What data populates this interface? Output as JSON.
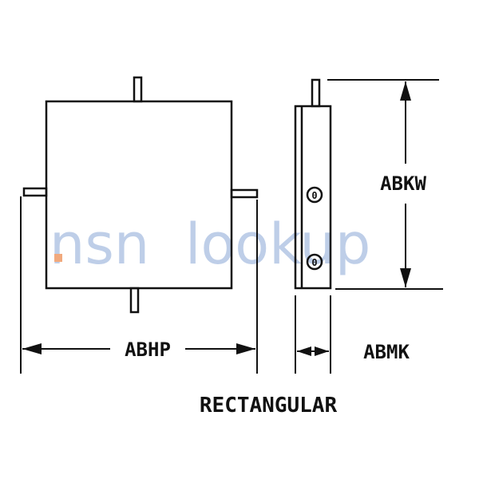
{
  "diagram": {
    "dimension_labels": {
      "width": "ABHP",
      "height": "ABKW",
      "thickness": "ABMK"
    },
    "caption": "RECTANGULAR",
    "terminal_marks": [
      "0",
      "0"
    ],
    "watermark": {
      "prefix": "nsn",
      "suffix": "lookup"
    },
    "colors": {
      "ink": "#111111",
      "watermark_blue": "#b7c9e6",
      "watermark_orange": "#f0a070"
    }
  }
}
